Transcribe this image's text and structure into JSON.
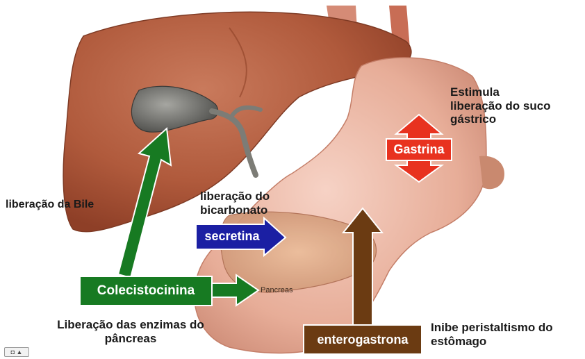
{
  "labels": {
    "estimula": "Estimula liberação do suco gástrico",
    "bile": "liberação da Bile",
    "bicarbonato": "liberação do bicarbonato",
    "enzimas": "Liberação das enzimas do pâncreas",
    "inibe": "Inibe peristaltismo do estômago",
    "pancreas_organ": "Pancreas"
  },
  "hormones": {
    "gastrina": "Gastrina",
    "secretina": "secretina",
    "colecistocinina": "Colecistocinina",
    "enterogastrona": "enterogastrona"
  },
  "colors": {
    "liver": "#b55a3e",
    "stomach": "#e9b3a1",
    "gallbladder": "#6d6d69",
    "green_arrow": "#177a22",
    "red_arrow": "#e8321f",
    "blue_arrow": "#1b1fa3",
    "brown_arrow": "#6b3b12"
  },
  "controls": {
    "player_glyph": "◘ ▲"
  }
}
